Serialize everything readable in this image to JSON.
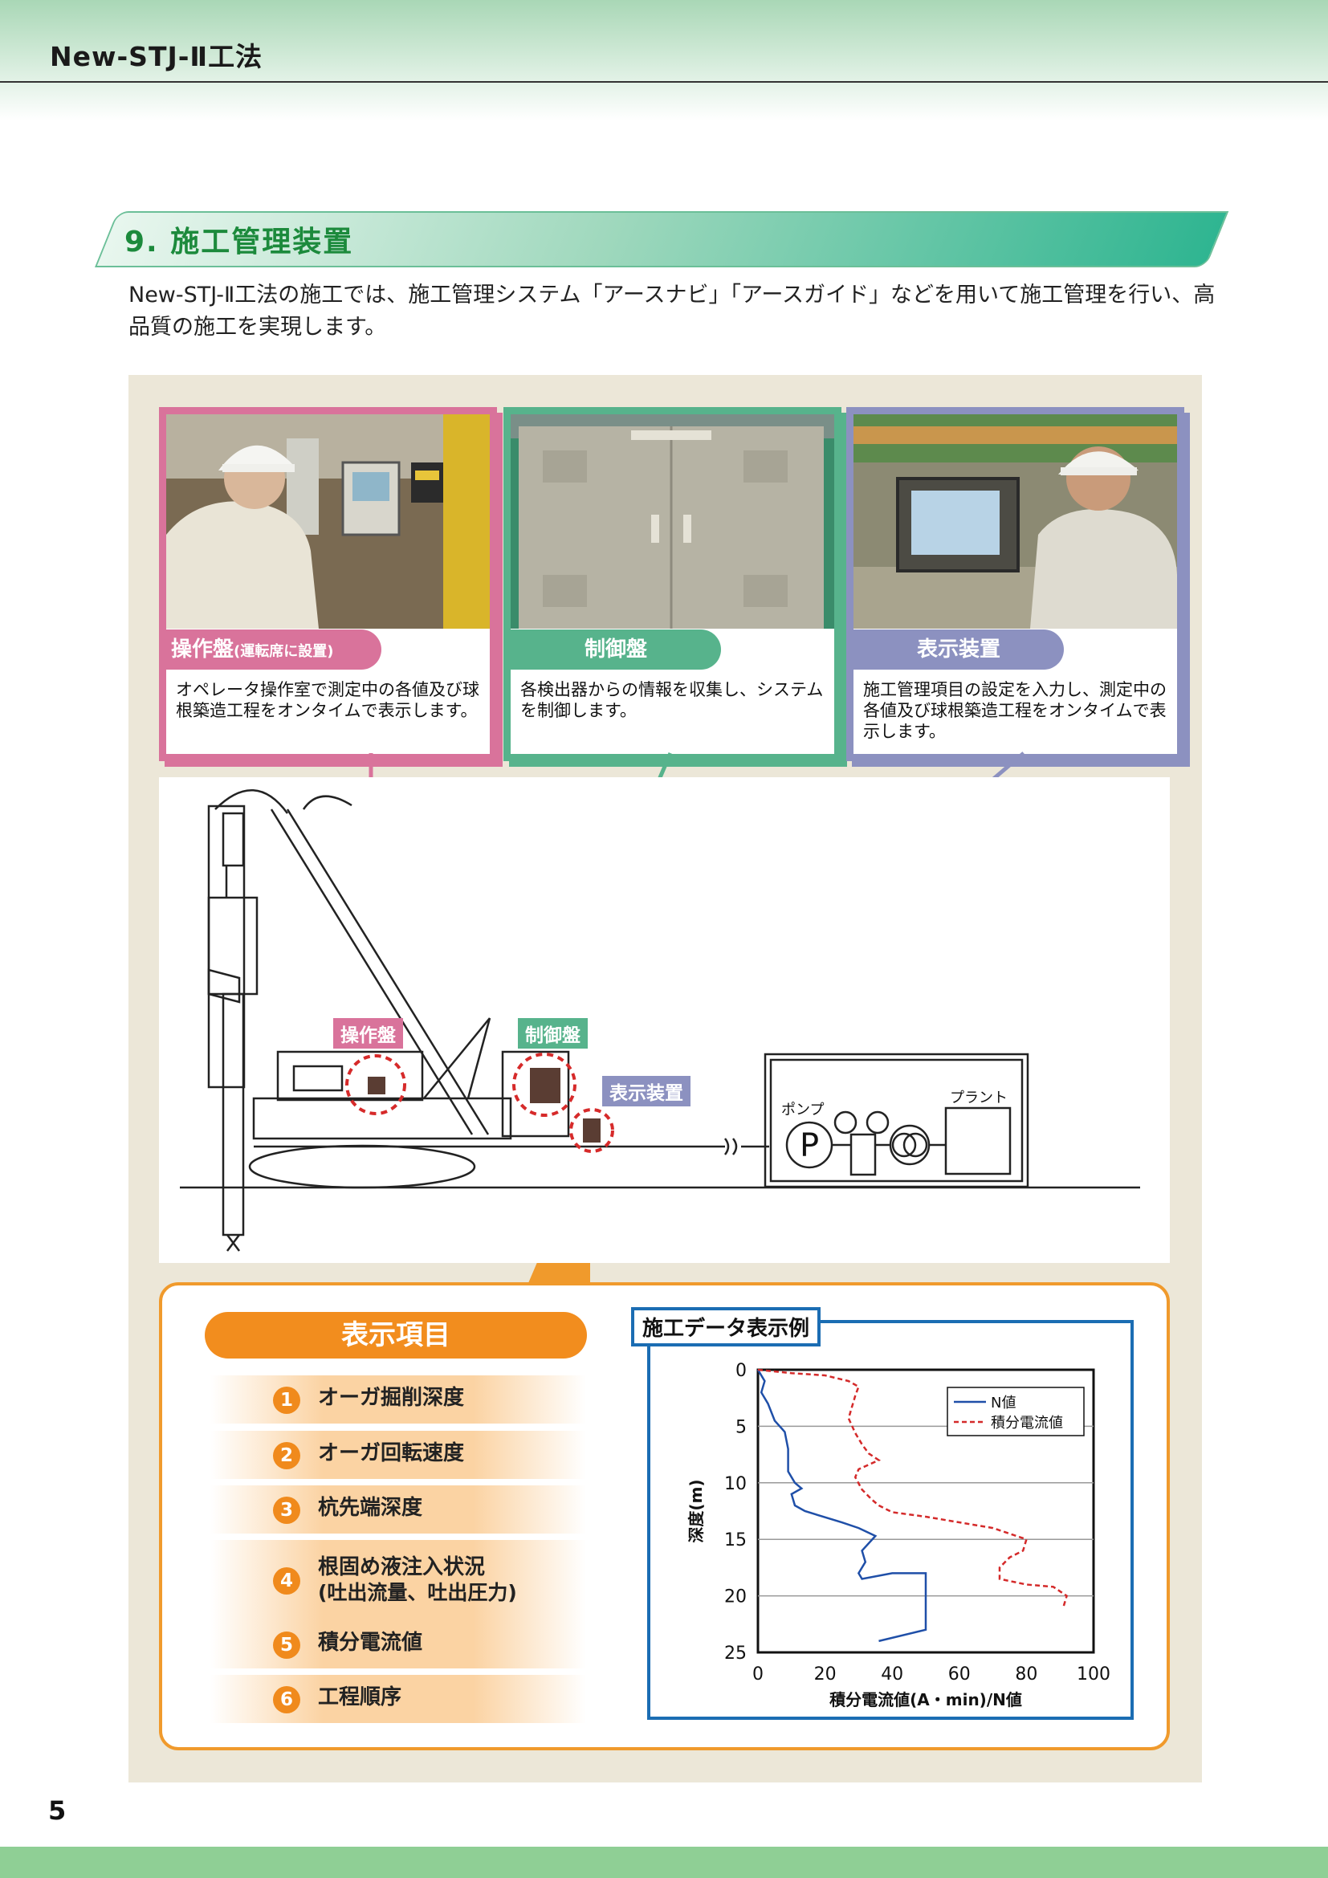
{
  "header": {
    "title": "New-STJ-Ⅱ工法"
  },
  "section": {
    "title": "9. 施工管理装置"
  },
  "intro": "New-STJ-Ⅱ工法の施工では、施工管理システム「アースナビ」「アースガイド」などを用いて施工管理を行い、高品質の施工を実現します。",
  "cards": [
    {
      "label": "操作盤",
      "label_sub": "(運転席に設置)",
      "desc": "オペレータ操作室で測定中の各値及び球根築造工程をオンタイムで表示します。",
      "color": "#d9739b"
    },
    {
      "label": "制御盤",
      "label_sub": "",
      "desc": "各検出器からの情報を収集し、システムを制御します。",
      "color": "#57b38c"
    },
    {
      "label": "表示装置",
      "label_sub": "",
      "desc": "施工管理項目の設定を入力し、測定中の各値及び球根築造工程をオンタイムで表示します。",
      "color": "#8c91c0"
    }
  ],
  "diagram": {
    "tag_operation": "操作盤",
    "tag_control": "制御盤",
    "tag_display": "表示装置",
    "pump_label": "ポンプ",
    "pump_letter": "P",
    "plant_label": "プラント"
  },
  "display_items": {
    "title": "表示項目",
    "items": [
      {
        "num": "1",
        "text": "オーガ掘削深度",
        "sub": ""
      },
      {
        "num": "2",
        "text": "オーガ回転速度",
        "sub": ""
      },
      {
        "num": "3",
        "text": "杭先端深度",
        "sub": ""
      },
      {
        "num": "4",
        "text": "根固め液注入状況",
        "sub": "(吐出流量、吐出圧力)"
      },
      {
        "num": "5",
        "text": "積分電流値",
        "sub": ""
      },
      {
        "num": "6",
        "text": "工程順序",
        "sub": ""
      }
    ]
  },
  "chart_data": {
    "type": "line",
    "title": "施工データ表示例",
    "xlabel": "積分電流値(A・min)/N値",
    "ylabel": "深度(m)",
    "xlim": [
      0,
      100
    ],
    "ylim": [
      0,
      25
    ],
    "y_inverted": true,
    "x_ticks": [
      0,
      20,
      40,
      60,
      80,
      100
    ],
    "y_ticks": [
      0,
      5,
      10,
      15,
      20,
      25
    ],
    "grid": "horizontal",
    "legend_position": "top-right",
    "series": [
      {
        "name": "N値",
        "color": "#1f4fa8",
        "style": "solid",
        "x": [
          0,
          2,
          1,
          3,
          5,
          8,
          9,
          9,
          11,
          13,
          10,
          11,
          14,
          25,
          30,
          35,
          31,
          32,
          30,
          31,
          40,
          50,
          50,
          50,
          50,
          36
        ],
        "y": [
          0,
          1,
          2,
          3,
          4.5,
          5.5,
          7,
          9,
          10,
          10.5,
          11,
          12,
          12.5,
          13.5,
          14,
          14.7,
          16,
          17,
          18,
          18.5,
          18,
          18,
          20,
          21,
          23,
          24
        ]
      },
      {
        "name": "積分電流値",
        "color": "#d42a2a",
        "style": "dashed",
        "x": [
          0,
          10,
          20,
          27,
          30,
          29,
          28,
          27,
          29,
          31,
          33,
          36,
          30,
          29,
          31,
          34,
          36,
          40,
          50,
          62,
          70,
          76,
          80,
          79,
          75,
          72,
          72,
          80,
          88,
          92,
          91
        ],
        "y": [
          0,
          0.3,
          0.5,
          1,
          1.5,
          2.3,
          3.3,
          4.3,
          5.6,
          6.6,
          7.4,
          8,
          8.8,
          9.5,
          10.6,
          11.5,
          12,
          12.6,
          13,
          13.6,
          14,
          14.6,
          15,
          16,
          16.6,
          17.5,
          18.5,
          19,
          19.2,
          20,
          21
        ]
      }
    ]
  }
}
